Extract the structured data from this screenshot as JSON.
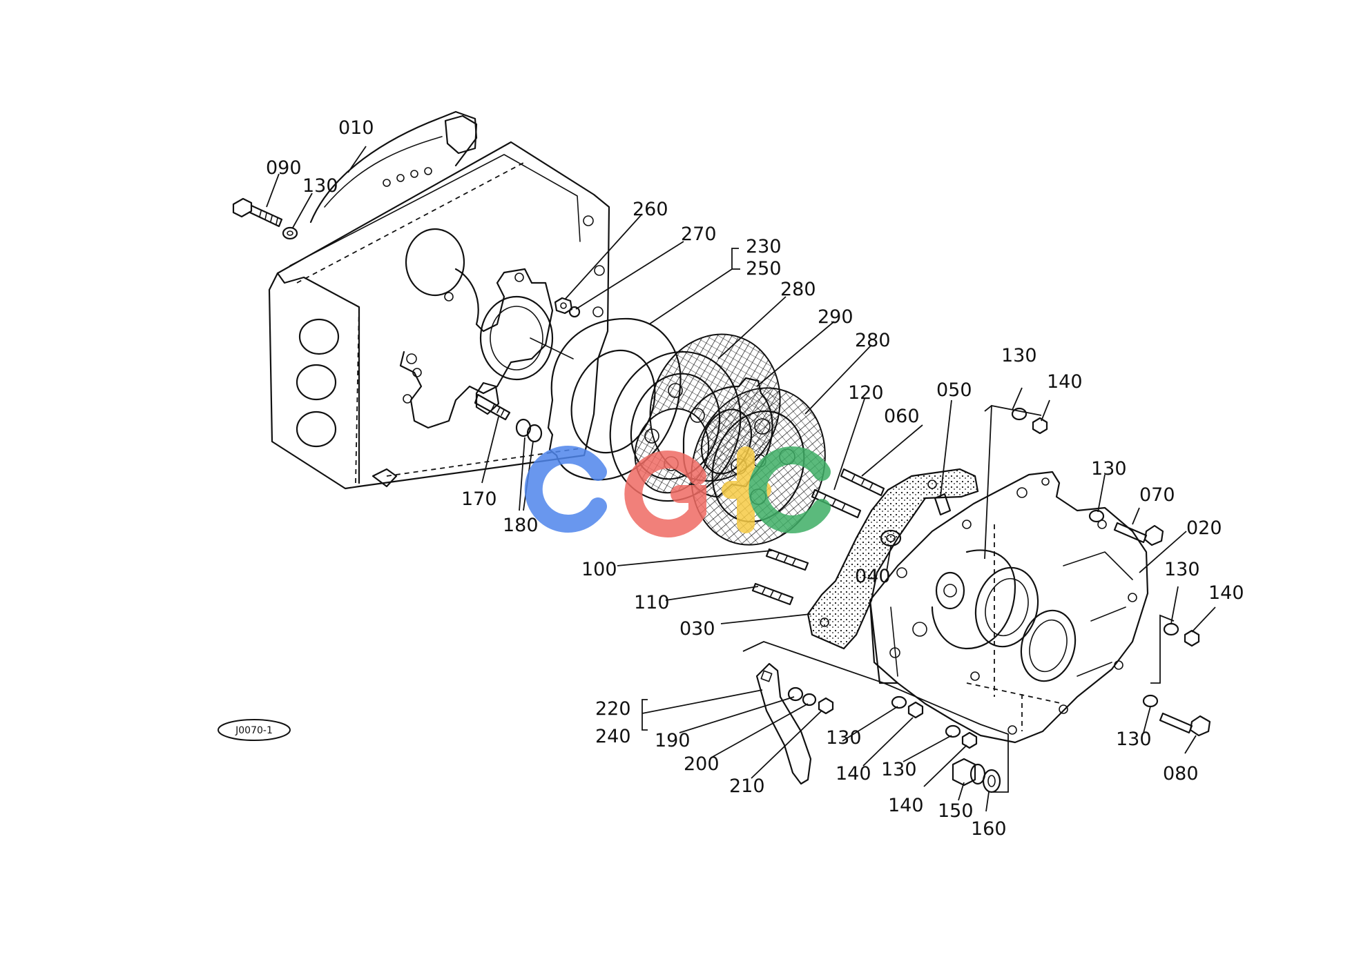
{
  "diagram": {
    "drawing_code": "J0070-1",
    "watermark": "CGC",
    "watermark_colors": [
      "#4f86ec",
      "#ef6b63",
      "#f6cb45",
      "#3fae66"
    ],
    "labels": {
      "l010": "010",
      "l090": "090",
      "l130a": "130",
      "l260": "260",
      "l270": "270",
      "l230": "230",
      "l250": "250",
      "l280a": "280",
      "l290": "290",
      "l280b": "280",
      "l120": "120",
      "l060": "060",
      "l050": "050",
      "l130b": "130",
      "l140a": "140",
      "l130c": "130",
      "l070": "070",
      "l020": "020",
      "l130d": "130",
      "l140b": "140",
      "l170": "170",
      "l180": "180",
      "l100": "100",
      "l110": "110",
      "l040": "040",
      "l030": "030",
      "l220": "220",
      "l240": "240",
      "l190": "190",
      "l200": "200",
      "l210": "210",
      "l130e": "130",
      "l140c": "140",
      "l130f": "130",
      "l140d": "140",
      "l150": "150",
      "l160": "160",
      "l130g": "130",
      "l080": "080"
    }
  }
}
